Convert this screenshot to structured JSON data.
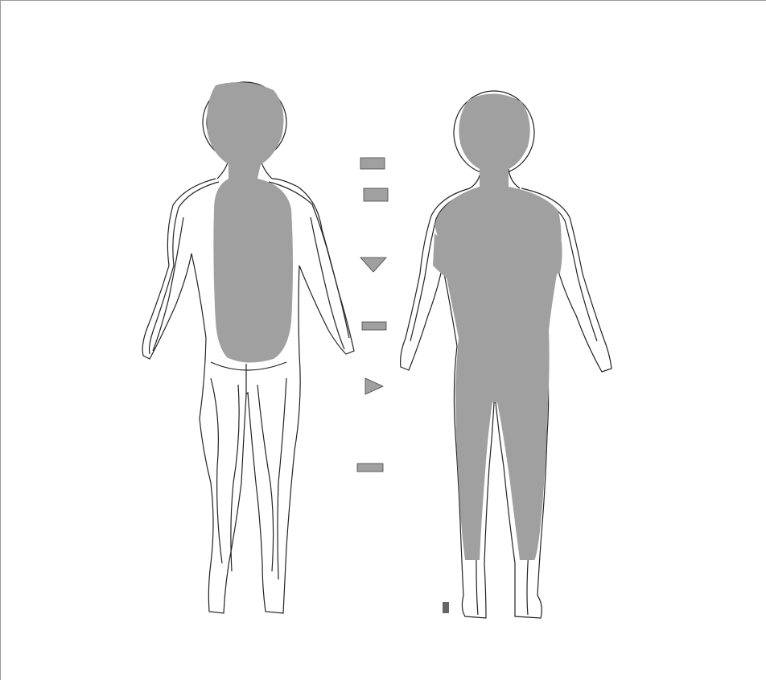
{
  "figure": {
    "figures": [
      {
        "view": "back",
        "fill_color": "#a0a0a0"
      },
      {
        "view": "front",
        "fill_color": "#a0a0a0"
      }
    ],
    "outline_color": "#222222",
    "background_color": "#ffffff",
    "marker_count": 6
  }
}
